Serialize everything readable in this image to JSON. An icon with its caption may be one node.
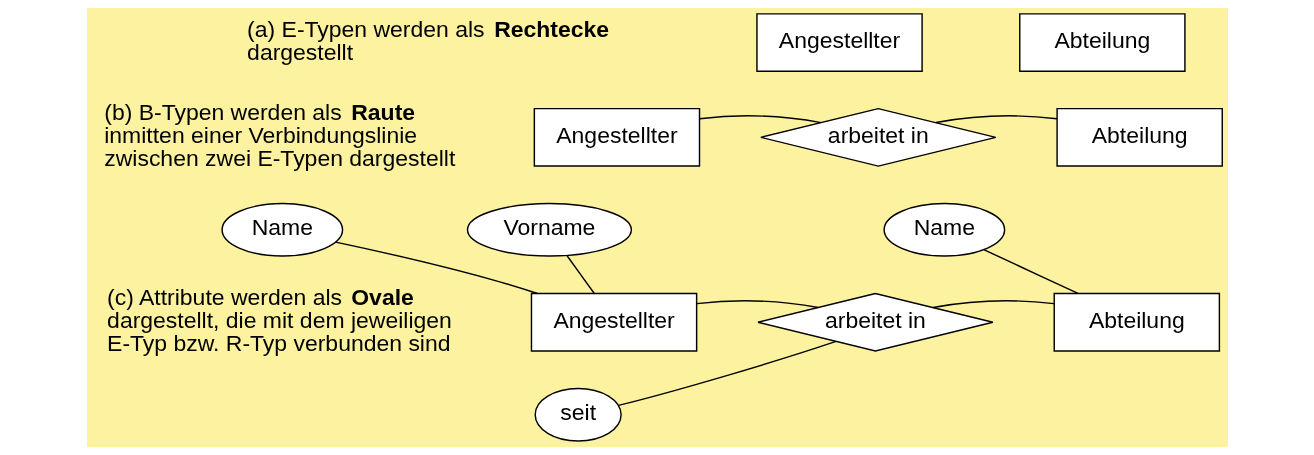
{
  "diagram": {
    "nodes": [
      {
        "text": [
          "Angestellter"
        ]
      },
      {
        "text": [
          "Abteilung"
        ]
      },
      {
        "text": [
          "Angestellter"
        ]
      },
      {
        "text": [
          "arbeitet in"
        ]
      },
      {
        "text": [
          "Abteilung"
        ]
      },
      {
        "text": [
          "Name"
        ]
      },
      {
        "text": [
          "Vorname"
        ]
      },
      {
        "text": [
          "Name"
        ]
      },
      {
        "text": [
          "Angestellter"
        ]
      },
      {
        "text": [
          "arbeitet in"
        ]
      },
      {
        "text": [
          "Abteilung"
        ]
      },
      {
        "text": [
          "seit"
        ]
      }
    ],
    "edges": [
      {
        "from": 2,
        "to": 3,
        "arrow": "none"
      },
      {
        "from": 3,
        "to": 4,
        "arrow": "none"
      },
      {
        "from": 5,
        "to": 8,
        "arrow": "none"
      },
      {
        "from": 6,
        "to": 8,
        "arrow": "none"
      },
      {
        "from": 7,
        "to": 10,
        "arrow": "none"
      },
      {
        "from": 8,
        "to": 9,
        "arrow": "none"
      },
      {
        "from": 9,
        "to": 10,
        "arrow": "none"
      },
      {
        "from": 11,
        "to": 9,
        "arrow": "none"
      }
    ],
    "labels": [
      "(a) E-Typen werden als **Rechtecke** dargestellt",
      "(b) B-Typen werden als **Raute** inmitten einer Verbindungslinie zwischen zwei E-Typen dargestellt",
      "(c) Attribute werden als **Ovale** dargestellt, die mit dem jeweiligen E-Typ bzw. R-Typ verbunden sind"
    ]
  }
}
